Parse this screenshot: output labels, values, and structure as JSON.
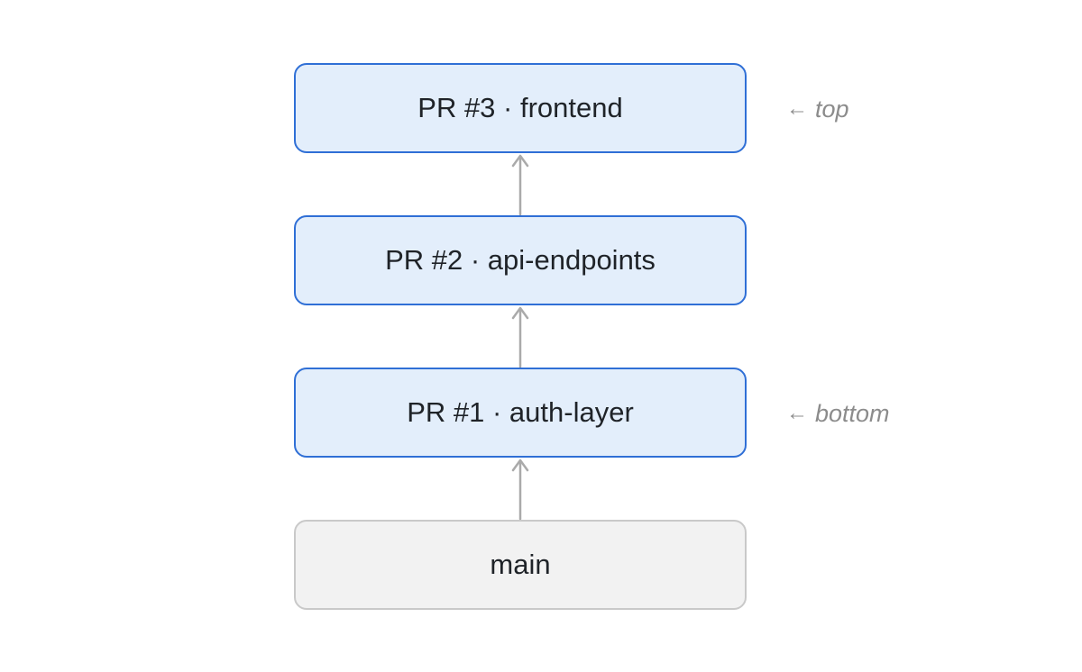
{
  "stack": {
    "nodes": [
      {
        "label": "PR #3 · frontend"
      },
      {
        "label": "PR #2 · api-endpoints"
      },
      {
        "label": "PR #1 · auth-layer"
      },
      {
        "label": "main"
      }
    ]
  },
  "markers": {
    "arrow_glyph": "←",
    "top": "top",
    "bottom": "bottom"
  },
  "colors": {
    "pr_fill": "#e3eefb",
    "pr_border": "#2f6fd6",
    "base_fill": "#f2f2f2",
    "base_border": "#c9c9c9",
    "connector": "#aaaaaa",
    "marker_text": "#8c8c8c"
  }
}
